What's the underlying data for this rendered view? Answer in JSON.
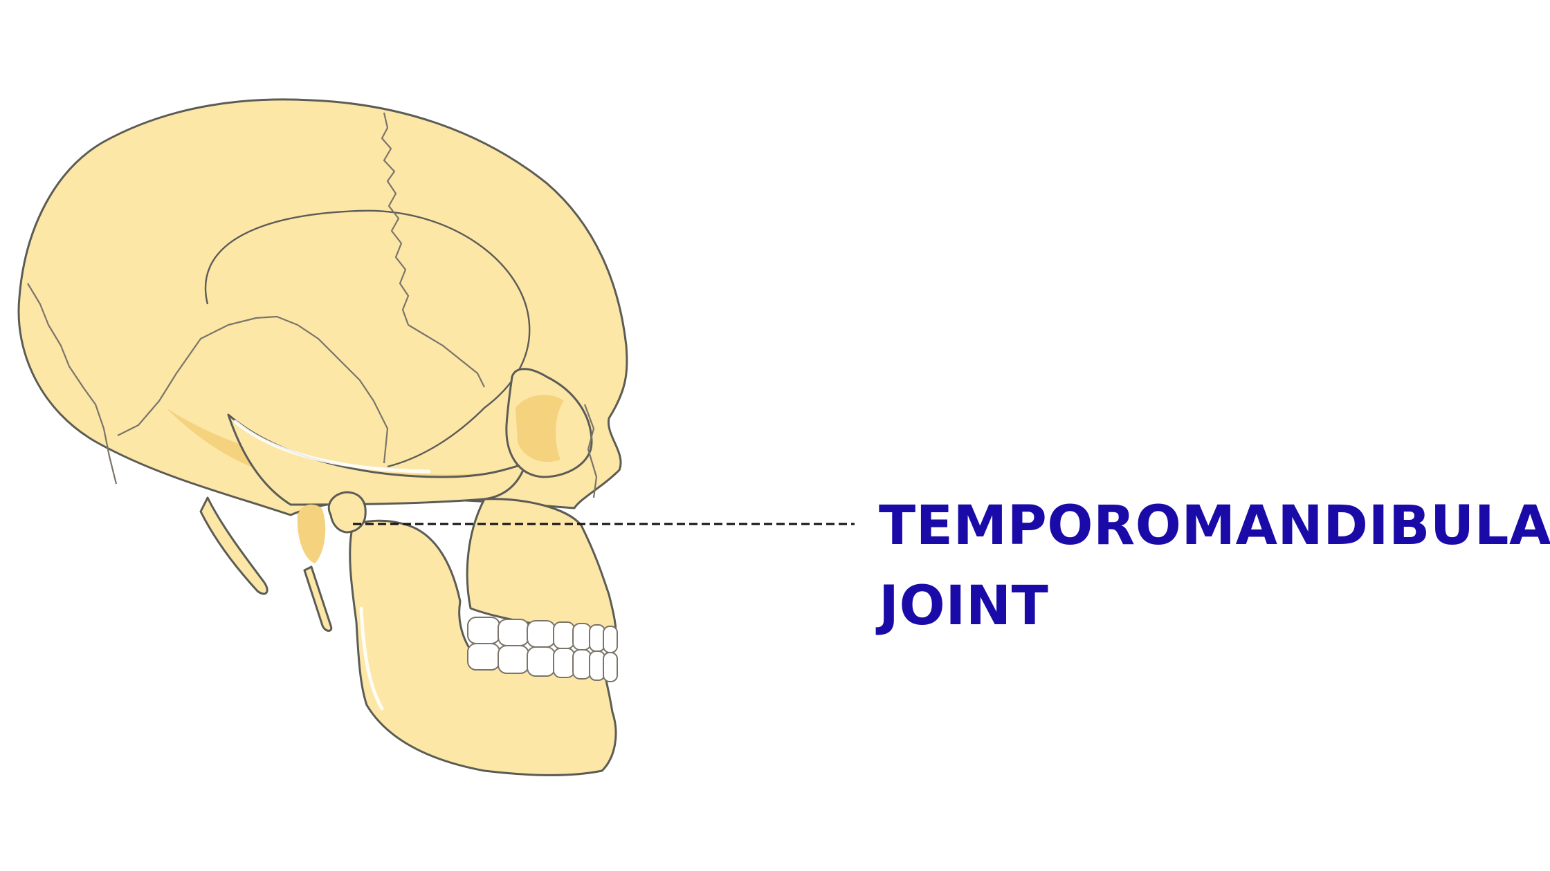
{
  "label": {
    "line1": "TEMPOROMANDIBULAR",
    "line2": "JOINT"
  },
  "colors": {
    "bone_fill": "#FCE7A7",
    "bone_shadow": "#F5D27E",
    "bone_outline": "#5c5c56",
    "suture": "#7a7469",
    "teeth_fill": "#ffffff",
    "label_text": "#1a0aa8",
    "leader_line": "#111111"
  },
  "icons": {
    "illustration": "skull-lateral-view",
    "leader": "dashed-leader-line"
  }
}
